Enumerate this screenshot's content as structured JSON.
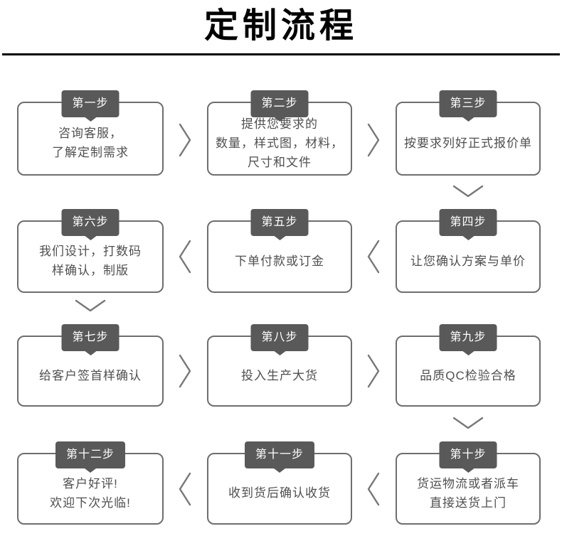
{
  "title": "定制流程",
  "colors": {
    "title": "#000000",
    "divider": "#000000",
    "badge_bg": "#595959",
    "badge_text": "#ffffff",
    "box_border": "#6e6e6e",
    "box_bg": "#ffffff",
    "body_text": "#4f4f4f",
    "arrow": "#777777"
  },
  "icons": {
    "right": "chevron-right-icon",
    "left": "chevron-left-icon",
    "down": "chevron-down-icon"
  },
  "steps": [
    {
      "tag": "第一步",
      "lines": [
        "咨询客服，",
        "了解定制需求"
      ]
    },
    {
      "tag": "第二步",
      "lines": [
        "提供您要求的",
        "数量，样式图，材料，",
        "尺寸和文件"
      ]
    },
    {
      "tag": "第三步",
      "lines": [
        "按要求列好正式报价单"
      ]
    },
    {
      "tag": "第四步",
      "lines": [
        "让您确认方案与单价"
      ]
    },
    {
      "tag": "第五步",
      "lines": [
        "下单付款或订金"
      ]
    },
    {
      "tag": "第六步",
      "lines": [
        "我们设计，打数码",
        "样确认，制版"
      ]
    },
    {
      "tag": "第七步",
      "lines": [
        "给客户签首样确认"
      ]
    },
    {
      "tag": "第八步",
      "lines": [
        "投入生产大货"
      ]
    },
    {
      "tag": "第九步",
      "lines": [
        "品质QC检验合格"
      ]
    },
    {
      "tag": "第十步",
      "lines": [
        "货运物流或者派车",
        "直接送货上门"
      ]
    },
    {
      "tag": "第十一步",
      "lines": [
        "收到货后确认收货"
      ]
    },
    {
      "tag": "第十二步",
      "lines": [
        "客户好评!",
        "欢迎下次光临!"
      ]
    }
  ]
}
